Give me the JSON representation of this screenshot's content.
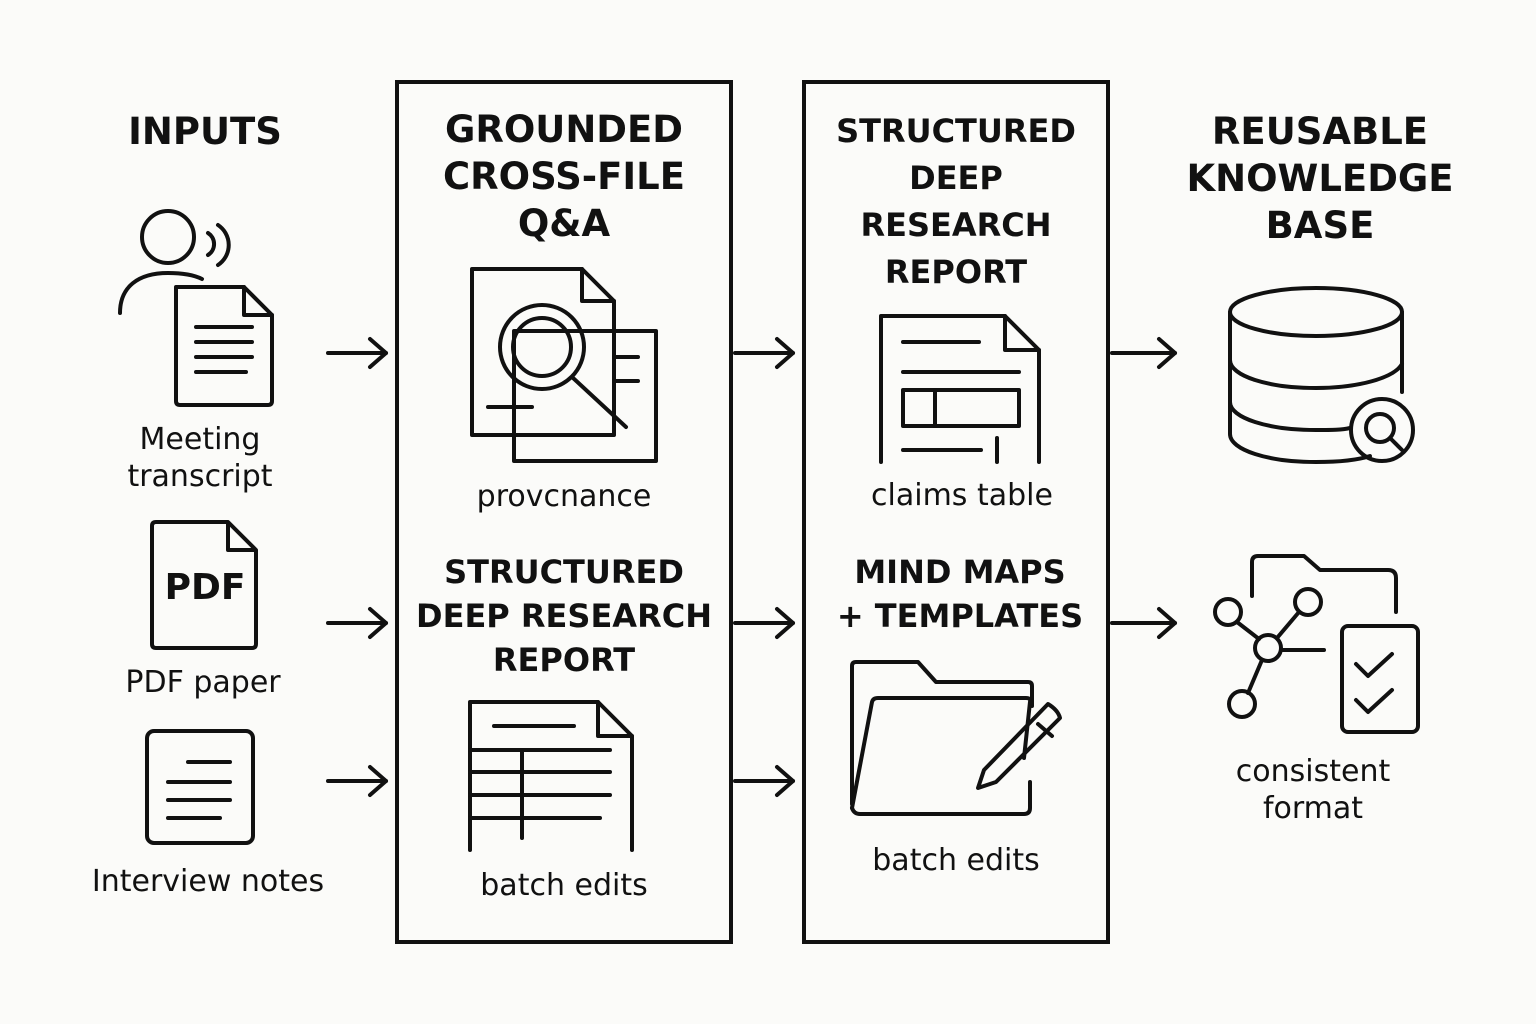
{
  "inputs": {
    "title": "INPUTS",
    "items": [
      {
        "label": "Meeting\ntranscript",
        "icon": "person-speaking-document-icon"
      },
      {
        "label": "PDF paper",
        "icon": "pdf-file-icon",
        "badge": "PDF"
      },
      {
        "label": "Interview notes",
        "icon": "notes-icon"
      }
    ]
  },
  "column2": {
    "top": {
      "title": "GROUNDED\nCROSS-FILE\nQ&A",
      "caption": "provcnance",
      "icon": "document-magnifier-icon"
    },
    "bottom": {
      "title": "STRUCTURED\nDEEP RESEARCH\nREPORT",
      "caption": "batch edits",
      "icon": "table-document-icon"
    }
  },
  "column3": {
    "top": {
      "title": "STRUCTURED\nDEEP\nRESEARCH\nREPORT",
      "caption": "claims table",
      "icon": "report-document-icon"
    },
    "bottom": {
      "title": "MIND MAPS\n+ TEMPLATES",
      "caption": "batch edits",
      "icon": "folder-pencil-icon"
    }
  },
  "outputs": {
    "title": "REUSABLE\nKNOWLEDGE\nBASE",
    "items": [
      {
        "label": "",
        "icon": "database-search-icon"
      },
      {
        "label": "consistent\nformat",
        "icon": "mind-map-checklist-icon"
      }
    ]
  },
  "colors": {
    "stroke": "#111111",
    "background": "#fbfbf9"
  }
}
